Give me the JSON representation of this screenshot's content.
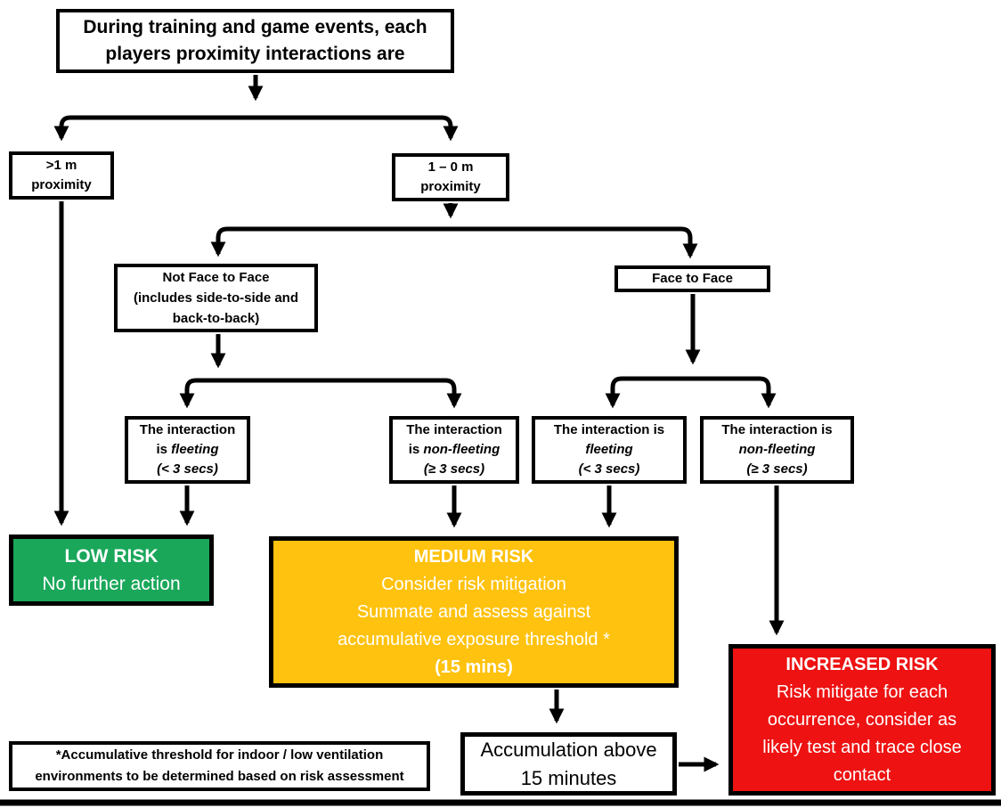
{
  "colors": {
    "low_risk_green": "#1aa75a",
    "medium_risk_yellow": "#ffc20e",
    "increased_risk_red": "#ee1212",
    "line_black": "#000000"
  },
  "nodes": {
    "root": {
      "line1": "During training and game events, each",
      "line2": "players proximity interactions are"
    },
    "gt1m": {
      "line1": ">1 m",
      "line2": "proximity"
    },
    "oneTo0m": {
      "line1": "1 – 0 m",
      "line2": "proximity"
    },
    "not_face_to_face": {
      "line1": "Not Face to Face",
      "line2": "(includes side-to-side and",
      "line3": "back-to-back)"
    },
    "face_to_face": {
      "label": "Face to Face"
    },
    "nff_fleeting": {
      "l1": "The interaction",
      "l2_plain": "is ",
      "l2_italic": "fleeting",
      "l3": "(< 3 secs)"
    },
    "nff_non_fleeting": {
      "l1": "The interaction",
      "l2_plain": "is ",
      "l2_italic": "non-fleeting",
      "l3": "(≥ 3 secs)"
    },
    "f2f_fleeting": {
      "l1": "The interaction is",
      "l2_italic": "fleeting",
      "l3": "(< 3 secs)"
    },
    "f2f_non_fleeting": {
      "l1": "The interaction is",
      "l2_italic": "non-fleeting",
      "l3": "(≥ 3 secs)"
    },
    "low_risk": {
      "title": "LOW RISK",
      "body": "No further action"
    },
    "medium_risk": {
      "title": "MEDIUM RISK",
      "line1": "Consider risk mitigation",
      "line2": "Summate and assess against",
      "line3": "accumulative exposure threshold *",
      "footer": "(15 mins)"
    },
    "accumulation": {
      "line1": "Accumulation above",
      "line2": "15 minutes"
    },
    "increased_risk": {
      "title": "INCREASED RISK",
      "line1": "Risk mitigate for each",
      "line2": "occurrence, consider as",
      "line3": "likely test and trace close",
      "line4": "contact"
    },
    "footnote": {
      "line1": "*Accumulative threshold for indoor / low ventilation",
      "line2": "environments to be determined based on risk assessment"
    }
  }
}
